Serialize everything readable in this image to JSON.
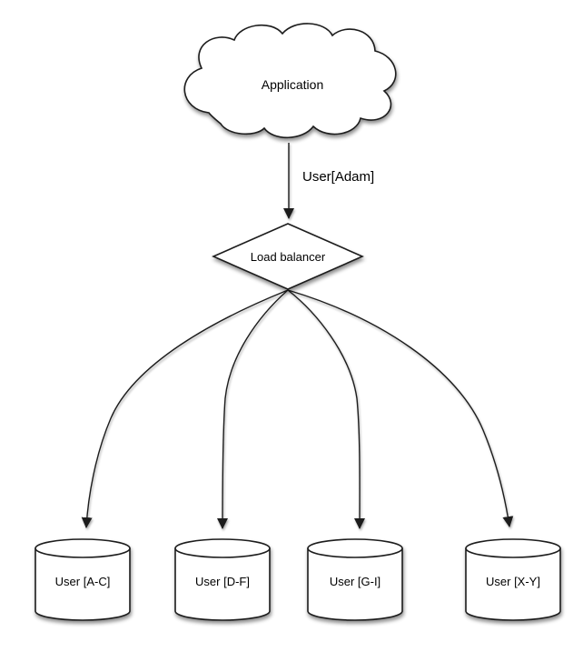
{
  "canvas": {
    "background_color": "#ffffff",
    "stroke_color": "#1c1c1c",
    "shape_fill_color": "#ffffff",
    "text_color": "#000000"
  },
  "nodes": {
    "application": {
      "label": "Application",
      "shape": "cloud"
    },
    "load_balancer": {
      "label": "Load balancer",
      "shape": "diamond"
    },
    "shard_a_c": {
      "label": "User [A-C]",
      "shape": "cylinder"
    },
    "shard_d_f": {
      "label": "User [D-F]",
      "shape": "cylinder"
    },
    "shard_g_i": {
      "label": "User [G-I]",
      "shape": "cylinder"
    },
    "shard_x_y": {
      "label": "User [X-Y]",
      "shape": "cylinder"
    }
  },
  "edges": {
    "app_to_lb": {
      "from": "application",
      "to": "load_balancer",
      "label": "User[Adam]"
    },
    "lb_to_shard_a_c": {
      "from": "load_balancer",
      "to": "shard_a_c",
      "label": ""
    },
    "lb_to_shard_d_f": {
      "from": "load_balancer",
      "to": "shard_d_f",
      "label": ""
    },
    "lb_to_shard_g_i": {
      "from": "load_balancer",
      "to": "shard_g_i",
      "label": ""
    },
    "lb_to_shard_x_y": {
      "from": "load_balancer",
      "to": "shard_x_y",
      "label": ""
    }
  }
}
